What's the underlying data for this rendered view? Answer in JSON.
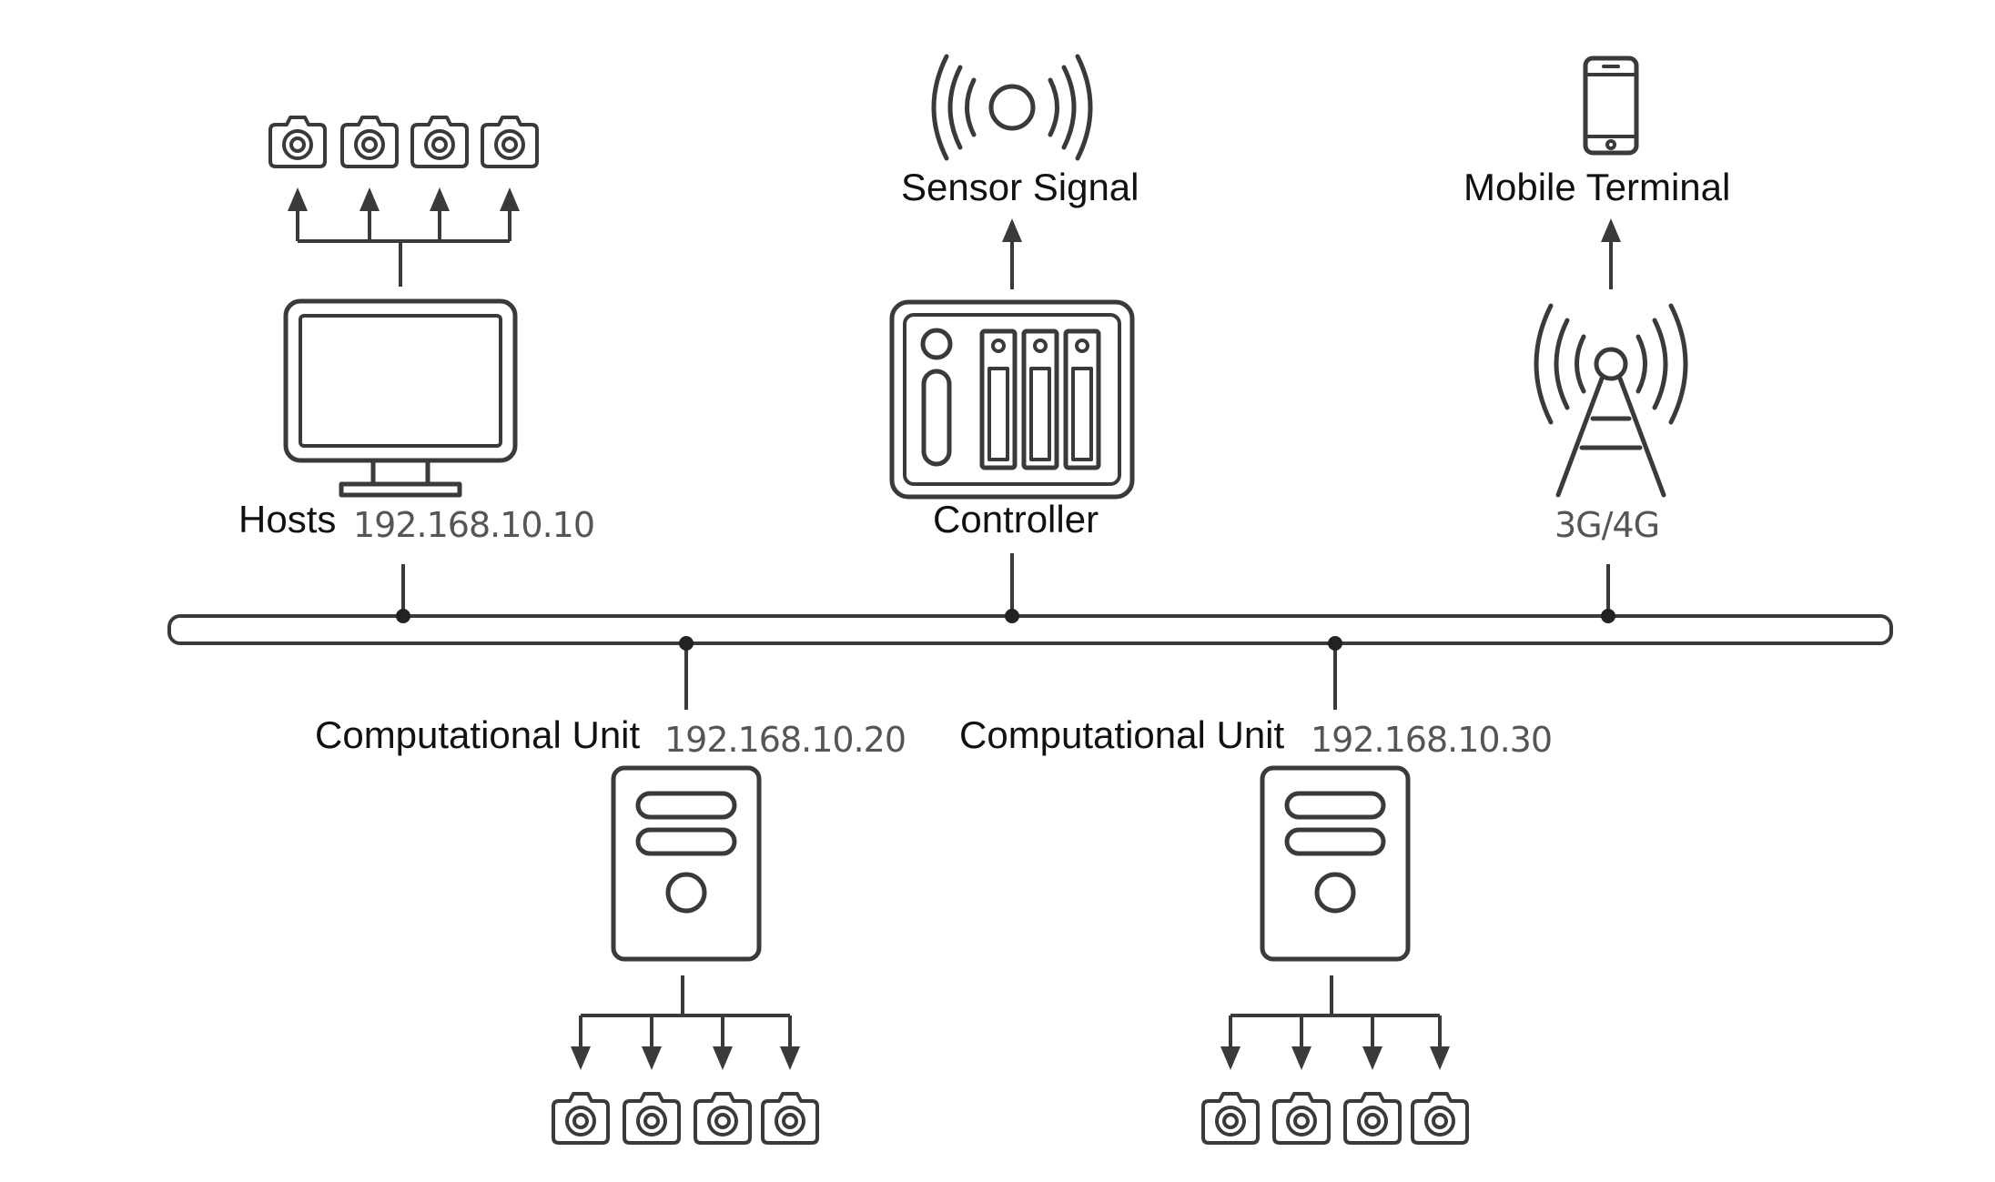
{
  "nodes": {
    "hosts": {
      "label": "Hosts",
      "ip": "192.168.10.10"
    },
    "controller": {
      "label": "Controller"
    },
    "sensor": {
      "label": "Sensor Signal"
    },
    "network": {
      "label": "3G/4G"
    },
    "mobile": {
      "label": "Mobile Terminal"
    },
    "unit1": {
      "label": "Computational Unit",
      "ip": "192.168.10.20"
    },
    "unit2": {
      "label": "Computational Unit",
      "ip": "192.168.10.30"
    }
  },
  "icons": [
    "camera-icon",
    "monitor-icon",
    "controller-icon",
    "sensor-signal-icon",
    "antenna-tower-icon",
    "mobile-phone-icon",
    "server-tower-icon"
  ]
}
